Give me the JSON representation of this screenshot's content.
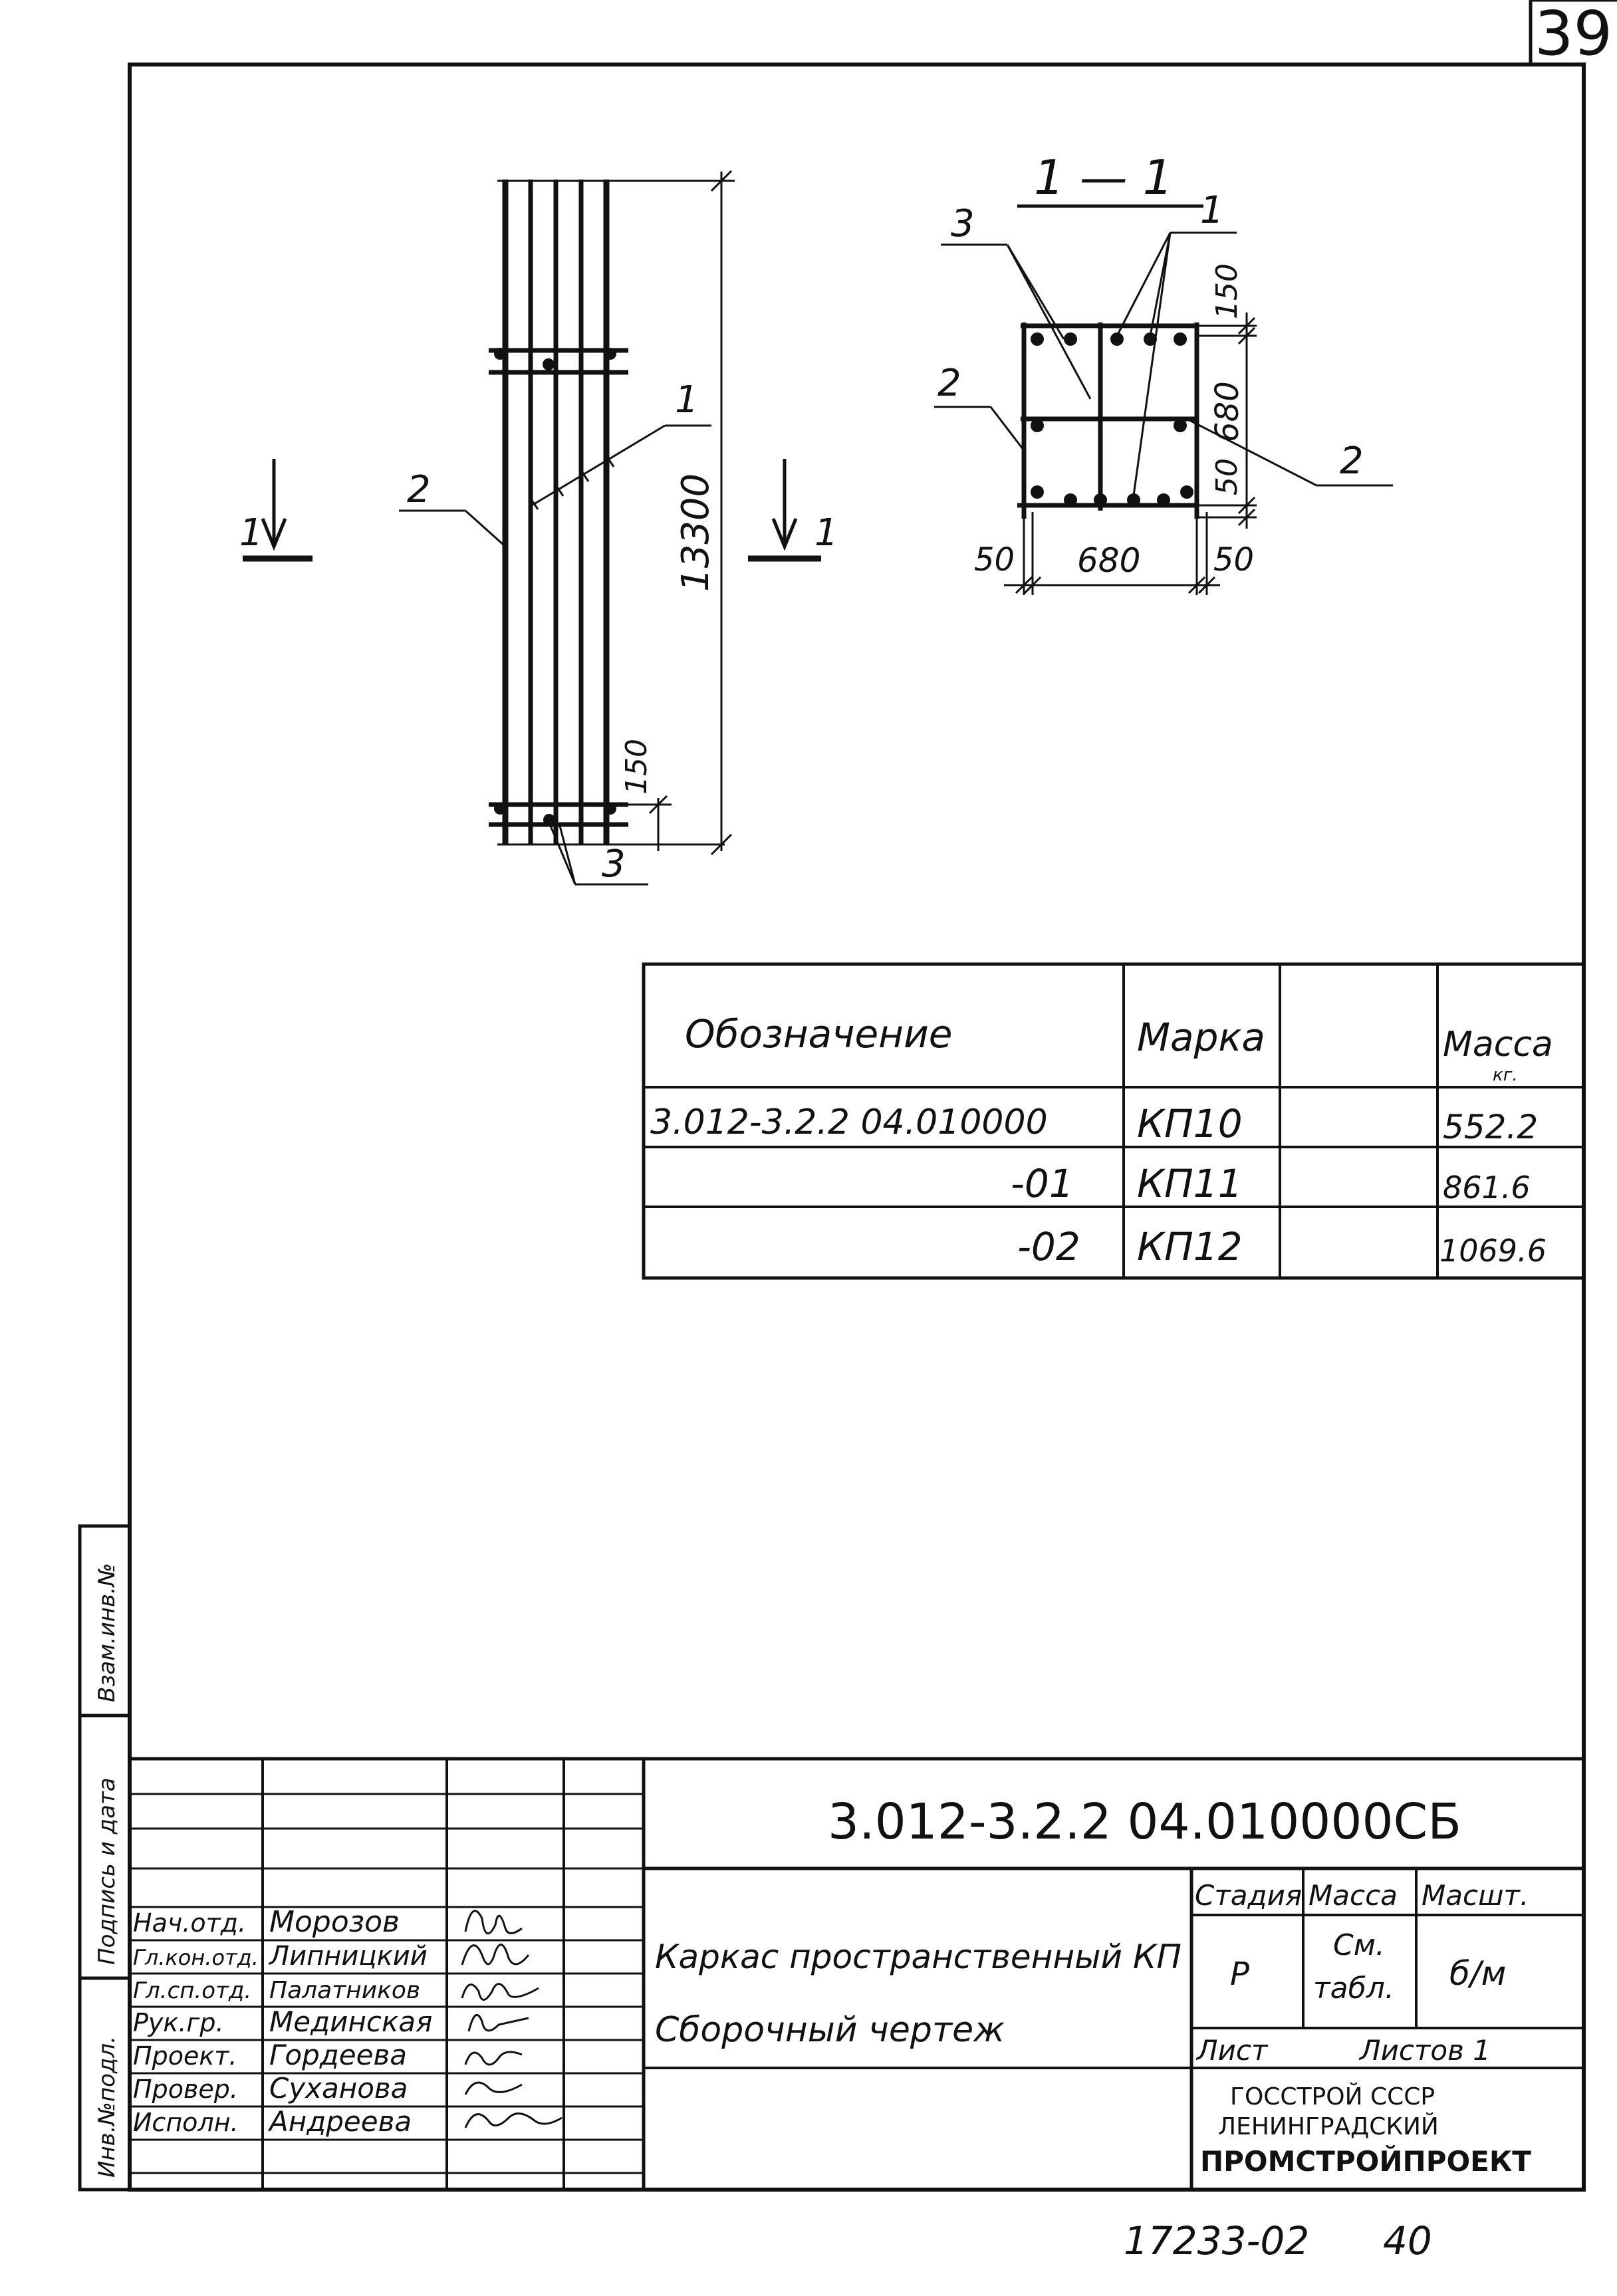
{
  "page_number": "39",
  "footer": {
    "archive_number": "17233-02",
    "page": "40"
  },
  "views": {
    "elevation": {
      "section_mark_left": "1",
      "section_mark_right": "1",
      "dim_total": "13300",
      "dim_end": "150",
      "callout_1": "1",
      "callout_2": "2",
      "callout_3": "3"
    },
    "section": {
      "title": "1 — 1",
      "callout_1": "1",
      "callout_2_left": "2",
      "callout_2_right": "2",
      "callout_3": "3",
      "dim_bottom_left": "50",
      "dim_bottom_mid": "680",
      "dim_bottom_right": "50",
      "dim_right_top": "150",
      "dim_right_mid": "680",
      "dim_right_bot": "50"
    }
  },
  "spec_table": {
    "headers": {
      "designation": "Обозначение",
      "mark": "Марка",
      "empty": "",
      "mass": "Масса",
      "mass_unit": "кг."
    },
    "rows": [
      {
        "designation": "3.012-3.2.2 04.010000",
        "mark": "КП10",
        "mass": "552.2"
      },
      {
        "designation": "-01",
        "mark": "КП11",
        "mass": "861.6"
      },
      {
        "designation": "-02",
        "mark": "КП12",
        "mass": "1069.6"
      }
    ]
  },
  "side_strip": {
    "vzam": "Взам.инв.№",
    "podpis": "Подпись и дата",
    "inv": "Инв.№подл."
  },
  "title_block": {
    "doc_number": "3.012-3.2.2   04.010000СБ",
    "name_line1": "Каркас пространственный КП",
    "name_line2": "Сборочный   чертеж",
    "stage_header": "Стадия",
    "mass_header": "Масса",
    "scale_header": "Масшт.",
    "stage_value": "Р",
    "mass_value_1": "См.",
    "mass_value_2": "табл.",
    "scale_value": "б/м",
    "sheet_label": "Лист",
    "sheets_label": "Листов 1",
    "org_line1": "ГОССТРОЙ СССР",
    "org_line2": "ЛЕНИНГРАДСКИЙ",
    "org_line3": "ПРОМСТРОЙПРОЕКТ",
    "staff": [
      {
        "role": "Нач.отд.",
        "name": "Морозов"
      },
      {
        "role": "Гл.кон.отд.",
        "name": "Липницкий"
      },
      {
        "role": "Гл.сп.отд.",
        "name": "Палатников"
      },
      {
        "role": "Рук.гр.",
        "name": "Мединская"
      },
      {
        "role": "Проект.",
        "name": "Гордеева"
      },
      {
        "role": "Провер.",
        "name": "Суханова"
      },
      {
        "role": "Исполн.",
        "name": "Андреева"
      }
    ]
  }
}
